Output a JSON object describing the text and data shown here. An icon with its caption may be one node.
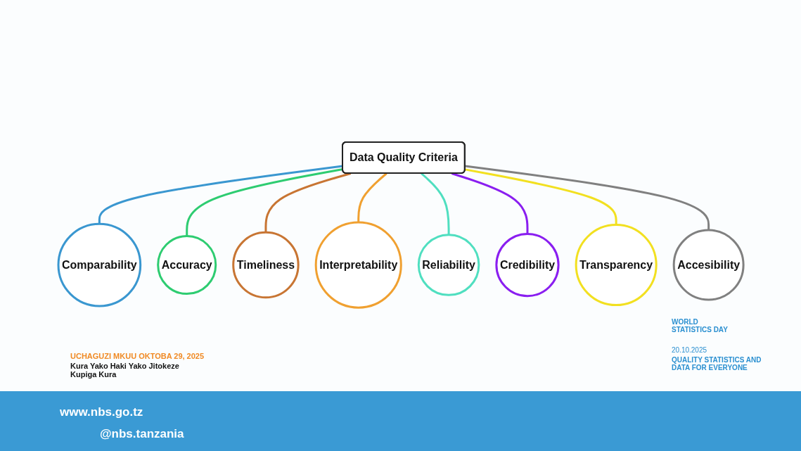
{
  "diagram": {
    "nodes": [
      {
        "text": [
          "Data Quality Criteria"
        ]
      },
      {
        "text": [
          "Comparability"
        ]
      },
      {
        "text": [
          "Accuracy"
        ]
      },
      {
        "text": [
          "Timeliness"
        ]
      },
      {
        "text": [
          "Interpretability"
        ]
      },
      {
        "text": [
          "Reliability"
        ]
      },
      {
        "text": [
          "Credibility"
        ]
      },
      {
        "text": [
          "Transparency"
        ]
      },
      {
        "text": [
          "Accesibility"
        ]
      }
    ],
    "edges": [
      {
        "from": 0,
        "to": 1,
        "arrow": "none",
        "color": "#3a97d0"
      },
      {
        "from": 0,
        "to": 2,
        "arrow": "none",
        "color": "#2ecc71"
      },
      {
        "from": 0,
        "to": 3,
        "arrow": "none",
        "color": "#c87533"
      },
      {
        "from": 0,
        "to": 4,
        "arrow": "none",
        "color": "#f0a030"
      },
      {
        "from": 0,
        "to": 5,
        "arrow": "none",
        "color": "#50dfc0"
      },
      {
        "from": 0,
        "to": 6,
        "arrow": "none",
        "color": "#8a1ef0"
      },
      {
        "from": 0,
        "to": 7,
        "arrow": "none",
        "color": "#f2e020"
      },
      {
        "from": 0,
        "to": 8,
        "arrow": "none",
        "color": "#808080"
      }
    ],
    "labels": [
      "UCHAGUZI MKUU OKTOBA 29, 2025",
      "Kura Yako Haki Yako Jitokeze Kupiga Kura",
      "WORLD STATISTICS DAY",
      "20.10.2025",
      "QUALITY STATISTICS AND DATA FOR EVERYONE",
      "www.nbs.go.tz",
      "@nbs.tanzania"
    ]
  }
}
